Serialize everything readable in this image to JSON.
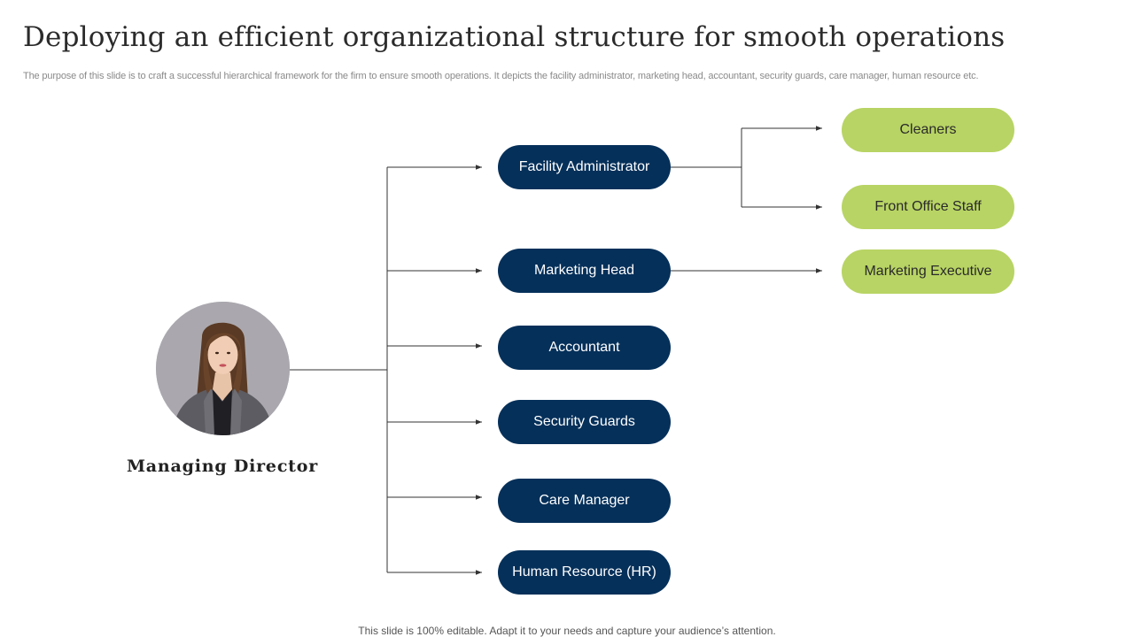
{
  "slide": {
    "title": "Deploying an efficient organizational structure for smooth operations",
    "subtitle": "The purpose of this slide is to craft a successful hierarchical framework for the firm to ensure smooth operations. It depicts the facility administrator, marketing head, accountant, security guards, care manager, human resource etc.",
    "footer": "This slide is 100% editable. Adapt it to your needs and capture your audience’s attention."
  },
  "org": {
    "root": {
      "label": "Managing Director",
      "photo_icon": "person-portrait-icon"
    },
    "level1": [
      {
        "label": "Facility Administrator"
      },
      {
        "label": "Marketing Head"
      },
      {
        "label": "Accountant"
      },
      {
        "label": "Security Guards"
      },
      {
        "label": "Care Manager"
      },
      {
        "label": "Human Resource (HR)"
      }
    ],
    "level2": [
      {
        "label": "Cleaners",
        "parent": "Facility Administrator"
      },
      {
        "label": "Front Office Staff",
        "parent": "Facility Administrator"
      },
      {
        "label": "Marketing Executive",
        "parent": "Marketing Head"
      }
    ]
  },
  "colors": {
    "dark_node": "#05305a",
    "green_node": "#b8d464",
    "connector": "#333333"
  }
}
